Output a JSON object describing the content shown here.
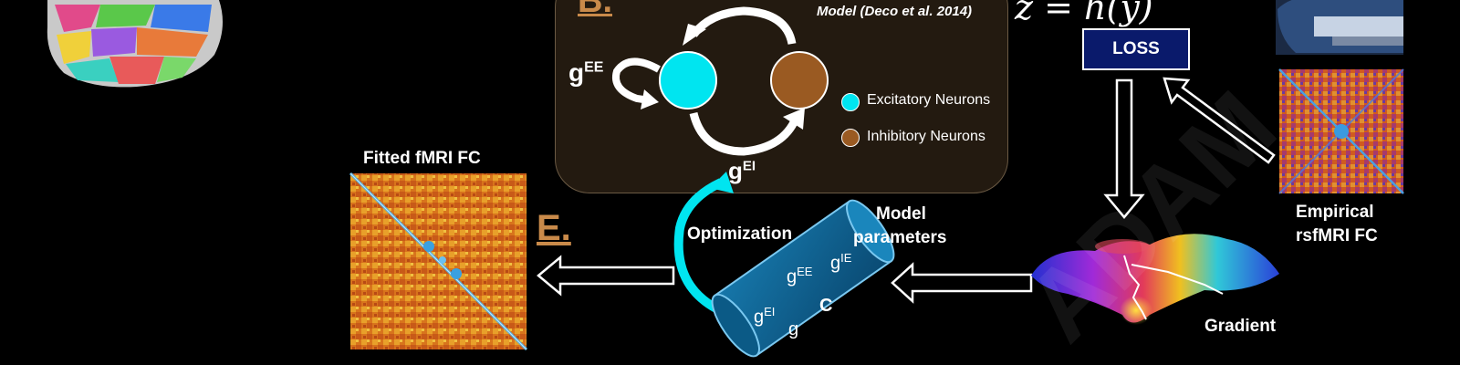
{
  "colors": {
    "background": "#000000",
    "panel_b_fill": "#231a10",
    "excitatory": "#00e5f0",
    "inhibitory": "#9a5a22",
    "label_accent": "#c98a4a",
    "loss_fill": "#0a1a6b",
    "cylinder_fill": "#0b5a86"
  },
  "panel_b": {
    "letter": "B.",
    "model_citation": "Model (Deco et al. 2014)",
    "weights": {
      "self_excitation": "gEE",
      "cross_weight": "gEI"
    },
    "legend": [
      {
        "color": "#00e5f0",
        "label": "Excitatory Neurons"
      },
      {
        "color": "#9a5a22",
        "label": "Inhibitory Neurons"
      }
    ]
  },
  "loss": {
    "equation": "z = h(y)",
    "label": "LOSS"
  },
  "fitted": {
    "title": "Fitted fMRI FC",
    "letter": "E."
  },
  "optimization": {
    "label": "Optimization"
  },
  "model_parameters": {
    "label_line1": "Model",
    "label_line2": "parameters",
    "params": [
      {
        "base": "g",
        "sup": "EE"
      },
      {
        "base": "g",
        "sup": "IE"
      },
      {
        "base": "g",
        "sup": "EI"
      },
      {
        "base": "g",
        "sup": ""
      },
      {
        "base": "C",
        "sup": ""
      }
    ]
  },
  "gradient": {
    "label": "Gradient"
  },
  "empirical": {
    "line1": "Empirical",
    "line2": "rsfMRI FC"
  },
  "watermark": "ADAM",
  "icons": [
    "brain-parcellation-image",
    "mri-scanner-image",
    "fc-matrix-image",
    "loss-landscape-image"
  ]
}
